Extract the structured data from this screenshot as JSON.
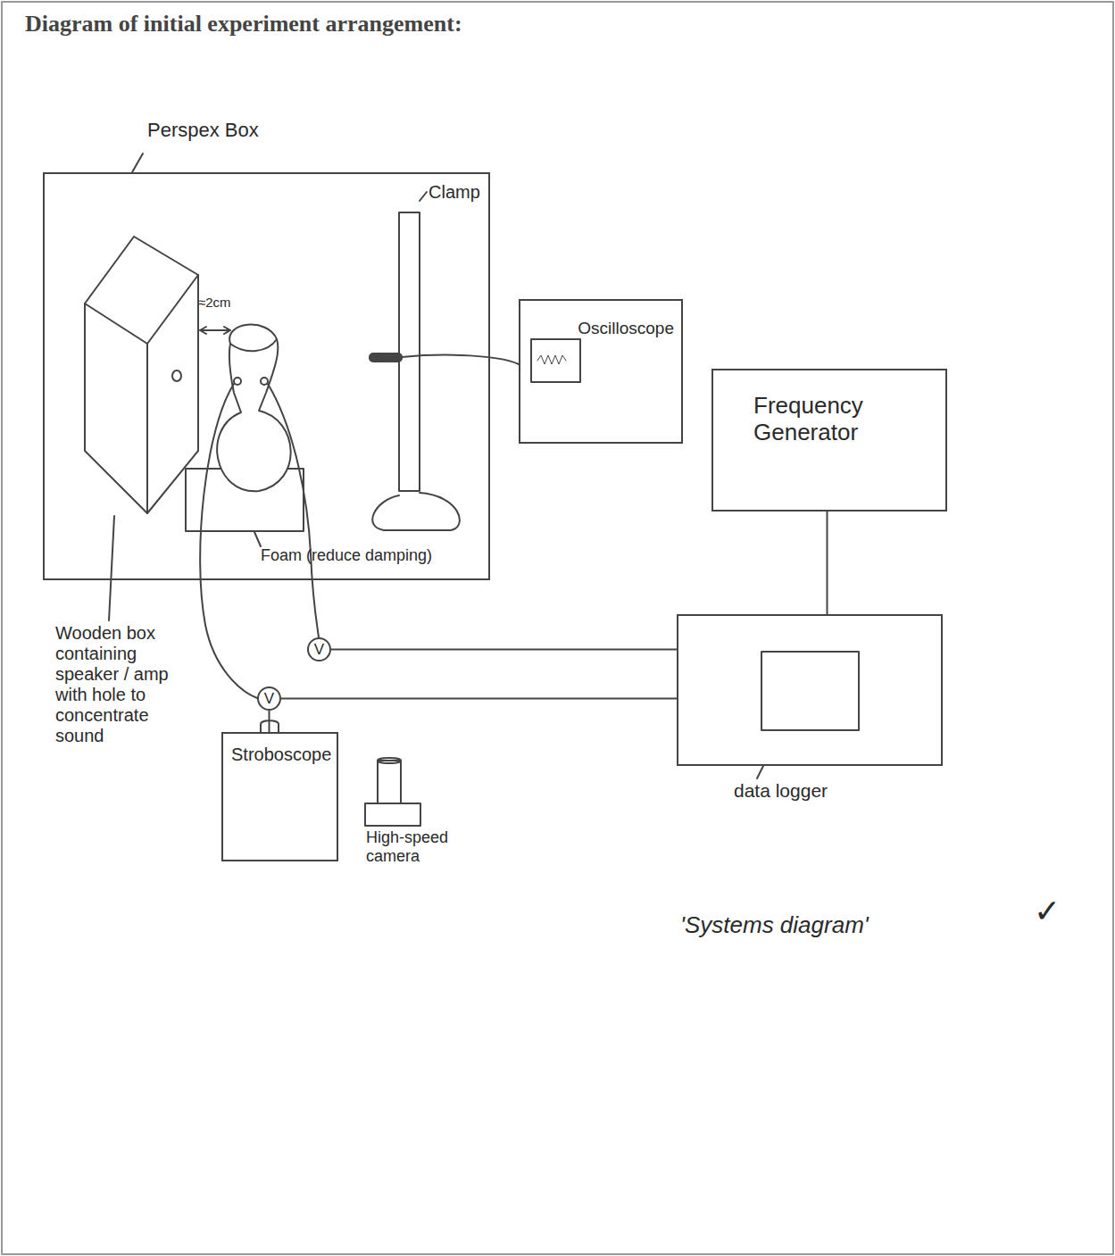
{
  "diagram": {
    "title": "Diagram of initial experiment arrangement:",
    "nodes": [
      {
        "text": [
          "Perspex Box"
        ]
      },
      {
        "text": [
          "Oscilloscope"
        ]
      },
      {
        "text": [
          "Frequency Generator"
        ]
      },
      {
        "text": [
          "V"
        ]
      },
      {
        "text": [
          "data logger"
        ]
      },
      {
        "text": [
          "V"
        ]
      },
      {
        "text": [
          "Stroboscope"
        ]
      }
    ],
    "edges": [
      {
        "from": 3,
        "to": 4,
        "arrow": "none"
      },
      {
        "from": 5,
        "to": 4,
        "arrow": "none"
      },
      {
        "from": 2,
        "to": 4,
        "arrow": "none"
      },
      {
        "from": 5,
        "to": 6,
        "arrow": "none"
      }
    ],
    "labels": [
      "Clamp",
      "≈2cm",
      "Foam (reduce damping)",
      "Wooden box containing speaker / amp with hole to concentrate sound",
      "High-speed camera",
      "'Systems diagram'",
      "✓"
    ]
  }
}
